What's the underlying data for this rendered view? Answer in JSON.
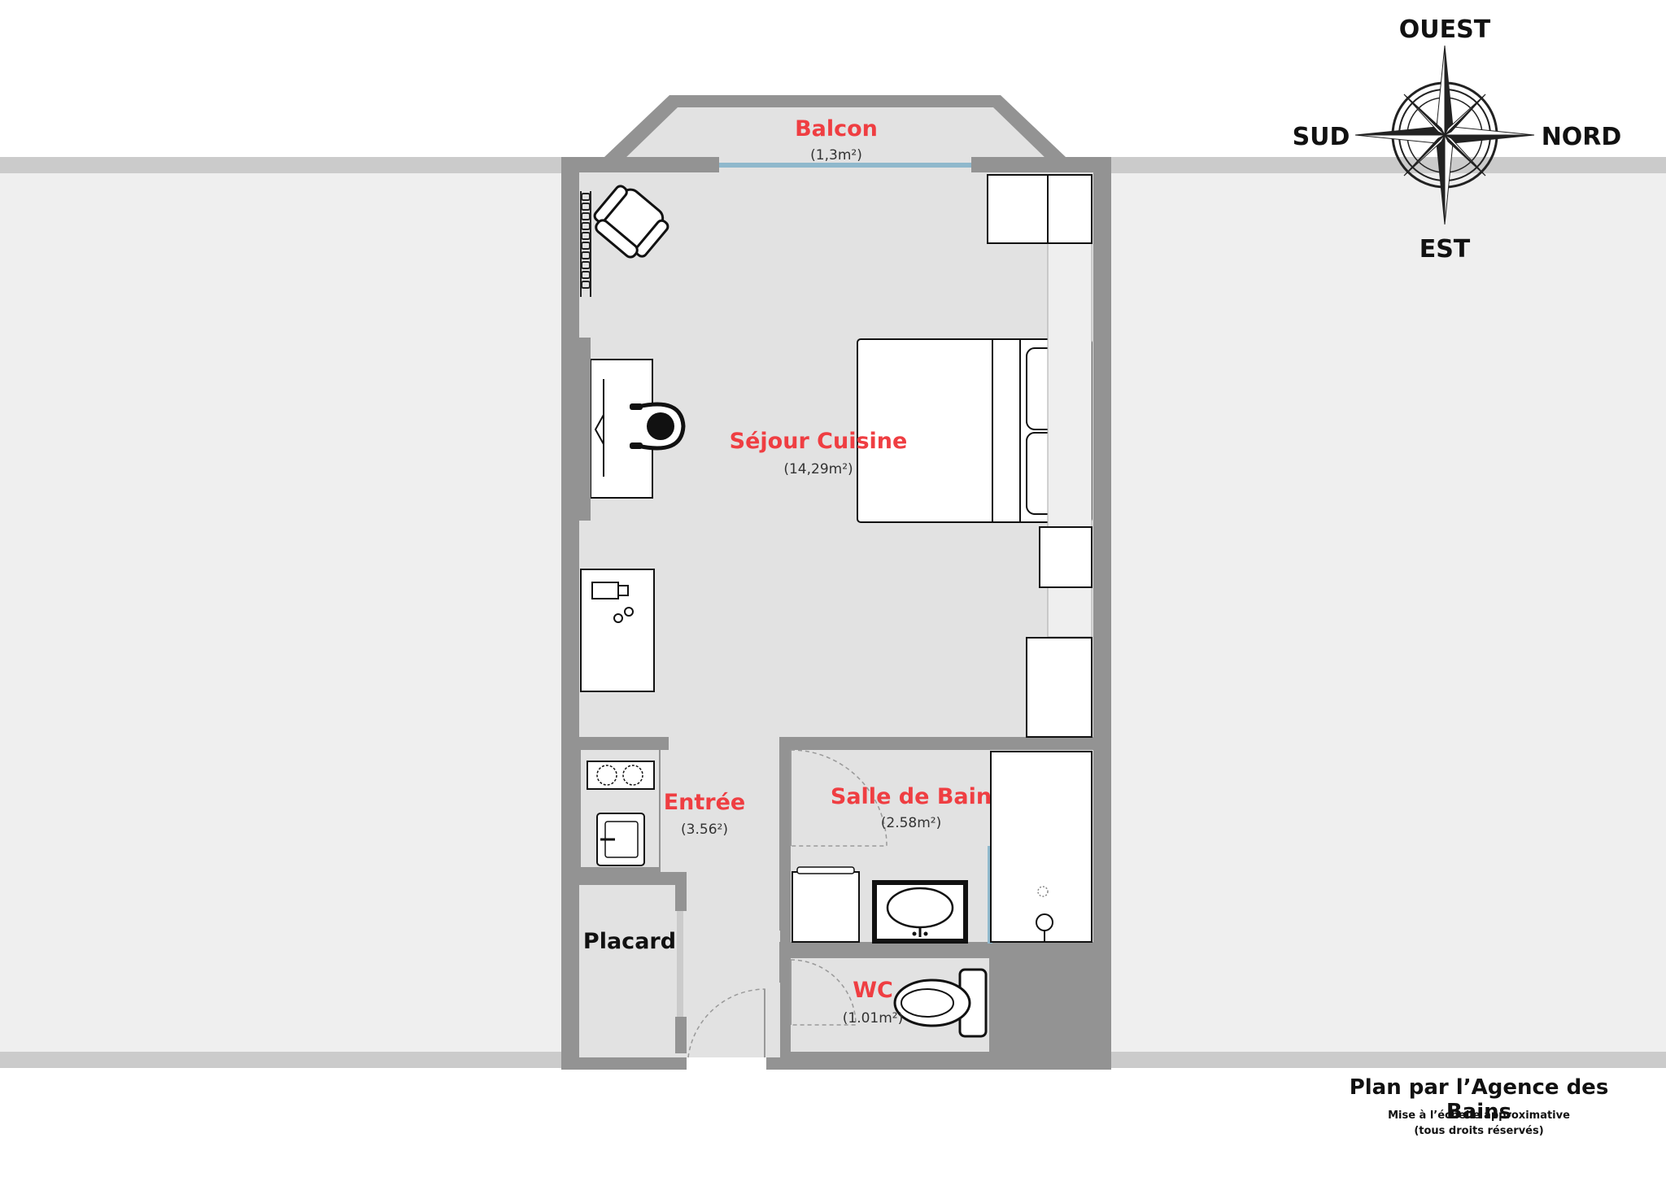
{
  "rooms": {
    "balcon": {
      "name": "Balcon",
      "area": "(1,3m²)"
    },
    "sejour": {
      "name": "Séjour Cuisine",
      "area": "(14,29m²)"
    },
    "entree": {
      "name": "Entrée",
      "area": "(3.56²)"
    },
    "salle_de_bain": {
      "name": "Salle de Bain",
      "area": "(2.58m²)"
    },
    "placard": {
      "name": "Placard"
    },
    "wc": {
      "name": "WC",
      "area": "(1.01m²)"
    }
  },
  "compass": {
    "north": "NORD",
    "south": "SUD",
    "east": "EST",
    "west": "OUEST"
  },
  "credits": {
    "title": "Plan par l’Agence des Bains",
    "scale_note": "Mise à l’échelle approximative",
    "rights_note": "(tous droits réservés)"
  },
  "colors": {
    "wall": "#939393",
    "floor": "#e2e2e2",
    "exterior": "#efefef",
    "band": "#cbcbcb",
    "window": "#8fb8cc",
    "room_label": "#ef3e42"
  }
}
